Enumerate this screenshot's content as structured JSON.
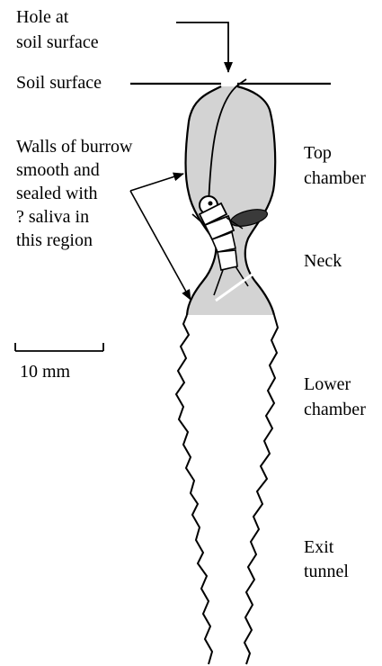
{
  "labels": {
    "hole_line1": "Hole at",
    "hole_line2": "soil surface",
    "soil_surface": "Soil surface",
    "walls_line1": "Walls of burrow",
    "walls_line2": "smooth and",
    "walls_line3": "sealed with",
    "walls_line4": "? saliva in",
    "walls_line5": "this region",
    "top_line1": "Top",
    "top_line2": "chamber",
    "neck": "Neck",
    "scale": "10 mm",
    "lower_line1": "Lower",
    "lower_line2": "chamber",
    "exit_line1": "Exit",
    "exit_line2": "tunnel"
  },
  "colors": {
    "chamber_fill": "#d3d3d3",
    "line": "#000000",
    "wing": "#3a3a3a"
  }
}
